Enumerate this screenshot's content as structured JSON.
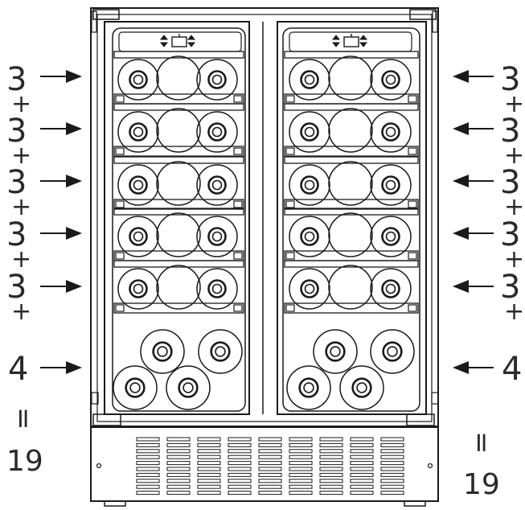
{
  "left_labels": {
    "rows": [
      "3",
      "3",
      "3",
      "3",
      "3"
    ],
    "plus": [
      "+",
      "+",
      "+",
      "+",
      "+"
    ],
    "bottom": "4",
    "equals": "=",
    "total": "19"
  },
  "right_labels": {
    "rows": [
      "3",
      "3",
      "3",
      "3",
      "3"
    ],
    "plus": [
      "+",
      "+",
      "+",
      "+",
      "+"
    ],
    "bottom": "4",
    "equals": "=",
    "total": "19"
  },
  "zones": [
    {
      "id": "left",
      "shelves": 5,
      "bottles_per_shelf": 3,
      "bottom_bottles": 4
    },
    {
      "id": "right",
      "shelves": 5,
      "bottles_per_shelf": 3,
      "bottom_bottles": 4
    }
  ],
  "colors": {
    "line": "#1a1a1a",
    "label": "#2a2a2a",
    "background": "#ffffff"
  },
  "icons": [
    "control-panel-icon"
  ]
}
